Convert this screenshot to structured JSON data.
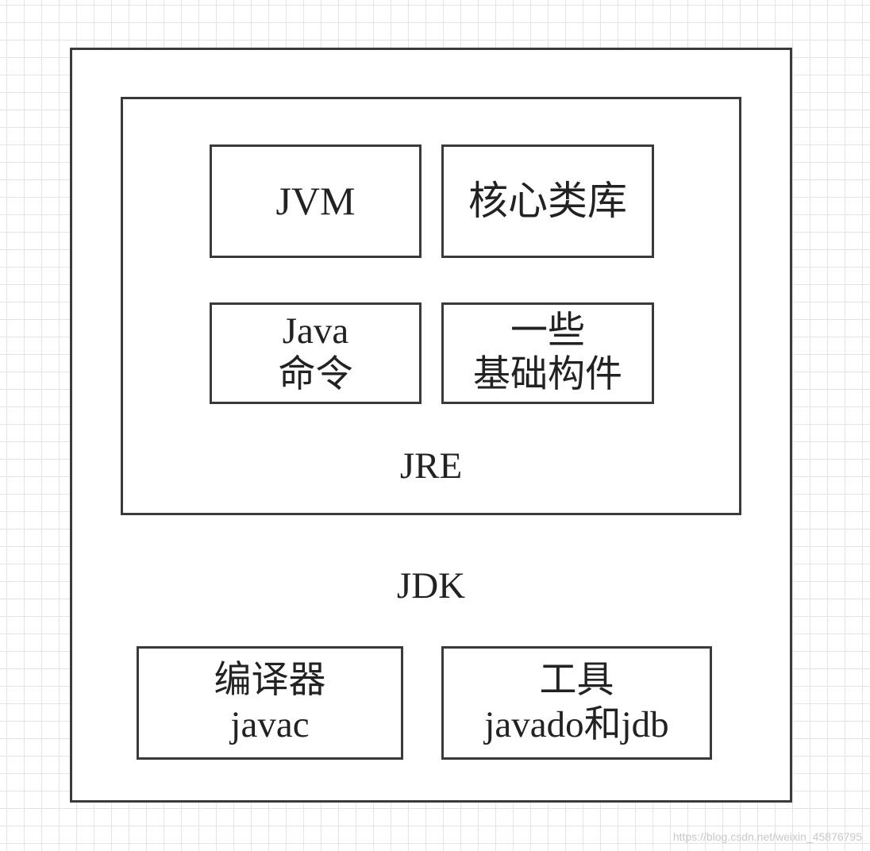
{
  "jdk": {
    "label": "JDK",
    "jre": {
      "label": "JRE",
      "jvm": "JVM",
      "core_libs": "核心类库",
      "java_cmd": {
        "line1": "Java",
        "line2": "命令"
      },
      "base_components": {
        "line1": "一些",
        "line2": "基础构件"
      }
    },
    "compiler": {
      "line1": "编译器",
      "line2": "javac"
    },
    "tools": {
      "line1": "工具",
      "line2": "javado和jdb"
    }
  },
  "watermark": "https://blog.csdn.net/weixin_45876795"
}
